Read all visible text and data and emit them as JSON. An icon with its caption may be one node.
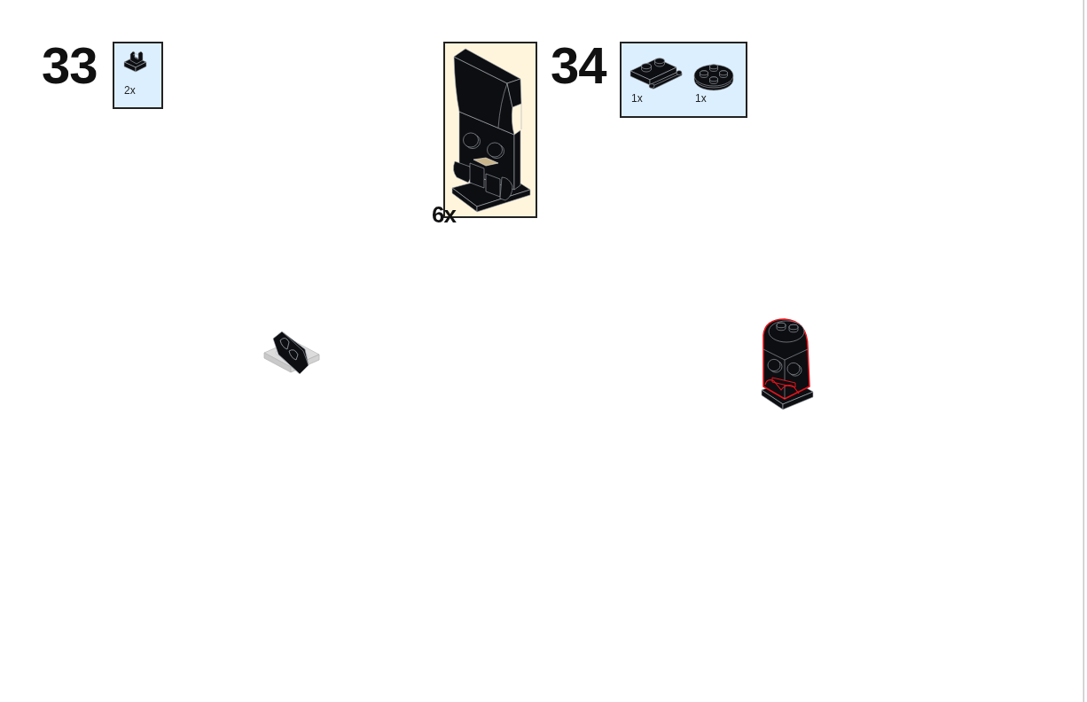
{
  "diagram": {
    "nodes": [
      {
        "text": [
          "2x"
        ]
      },
      {
        "text": [
          "6x"
        ]
      },
      {
        "text": [
          "1x",
          "1x"
        ]
      }
    ],
    "labels": [
      "33",
      "34"
    ]
  }
}
